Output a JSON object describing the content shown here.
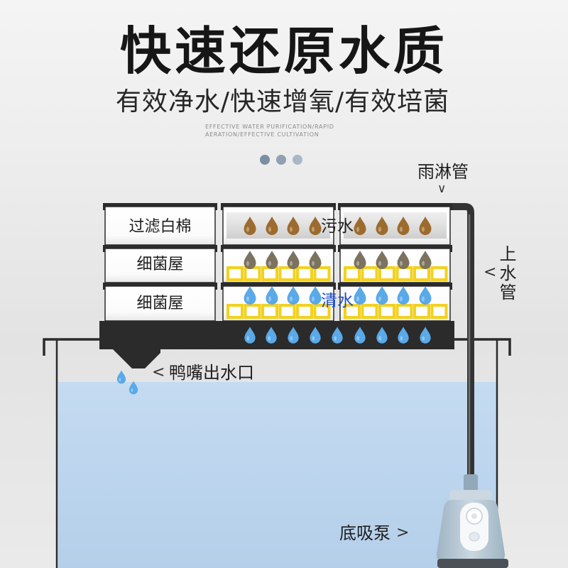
{
  "title": "快速还原水质",
  "subtitle": "有效净水/快速增氧/有效培菌",
  "english_tagline": {
    "line1": "EFFECTIVE WATER PURIFICATION/RAPID",
    "line2": "AERATION/EFFECTIVE CULTIVATION"
  },
  "diagram": {
    "rain_pipe": {
      "label": "雨淋管",
      "pointer": "∨"
    },
    "inlet_pipe": {
      "label": "上水管",
      "pointer": "<"
    },
    "filter_layers": [
      {
        "label": "过滤白棉"
      },
      {
        "label": "细菌屋"
      },
      {
        "label": "细菌屋"
      }
    ],
    "dirty_water_label": "污水",
    "clean_water_label": "清水",
    "outlet": {
      "pointer": "<",
      "label": "鸭嘴出水口"
    },
    "pump": {
      "label": "底吸泵",
      "pointer": ">"
    }
  },
  "colors": {
    "text": "#1e1e1e",
    "clean_water_text": "#1f4fd1",
    "pagination_dots": [
      "#7b8ea3",
      "#8fa1b3",
      "#a9b8c7"
    ],
    "frame": "#2b2b2b",
    "dirty_drop": "#9c6b2d",
    "murky_drop": "#7b735f",
    "clean_drop": "#5aa9e8",
    "bio_ring": "#f3d11e",
    "water_top": "#c4dbf1",
    "water_bottom": "#b5cfea"
  }
}
